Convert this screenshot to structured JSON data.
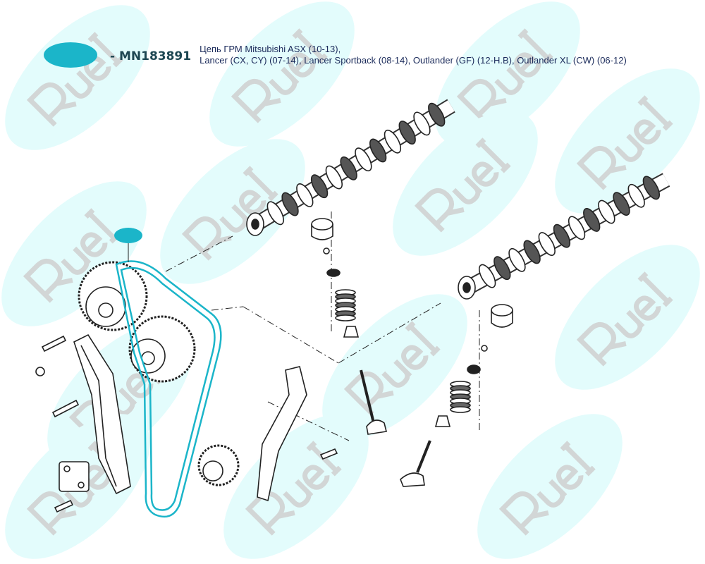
{
  "header": {
    "part_number": "- MN183891",
    "description_line1": "Цепь ГРМ Mitsubishi ASX (10-13),",
    "description_line2": "Lancer (CX, CY) (07-14), Lancer Sportback (08-14), Outlander (GF) (12-H.B), Outlander XL (CW) (06-12)"
  },
  "watermark": "RueI",
  "colors": {
    "accent": "#1bb5c9",
    "watermark_fill": "#e3fcfc",
    "chain": "#1bb5c9"
  }
}
